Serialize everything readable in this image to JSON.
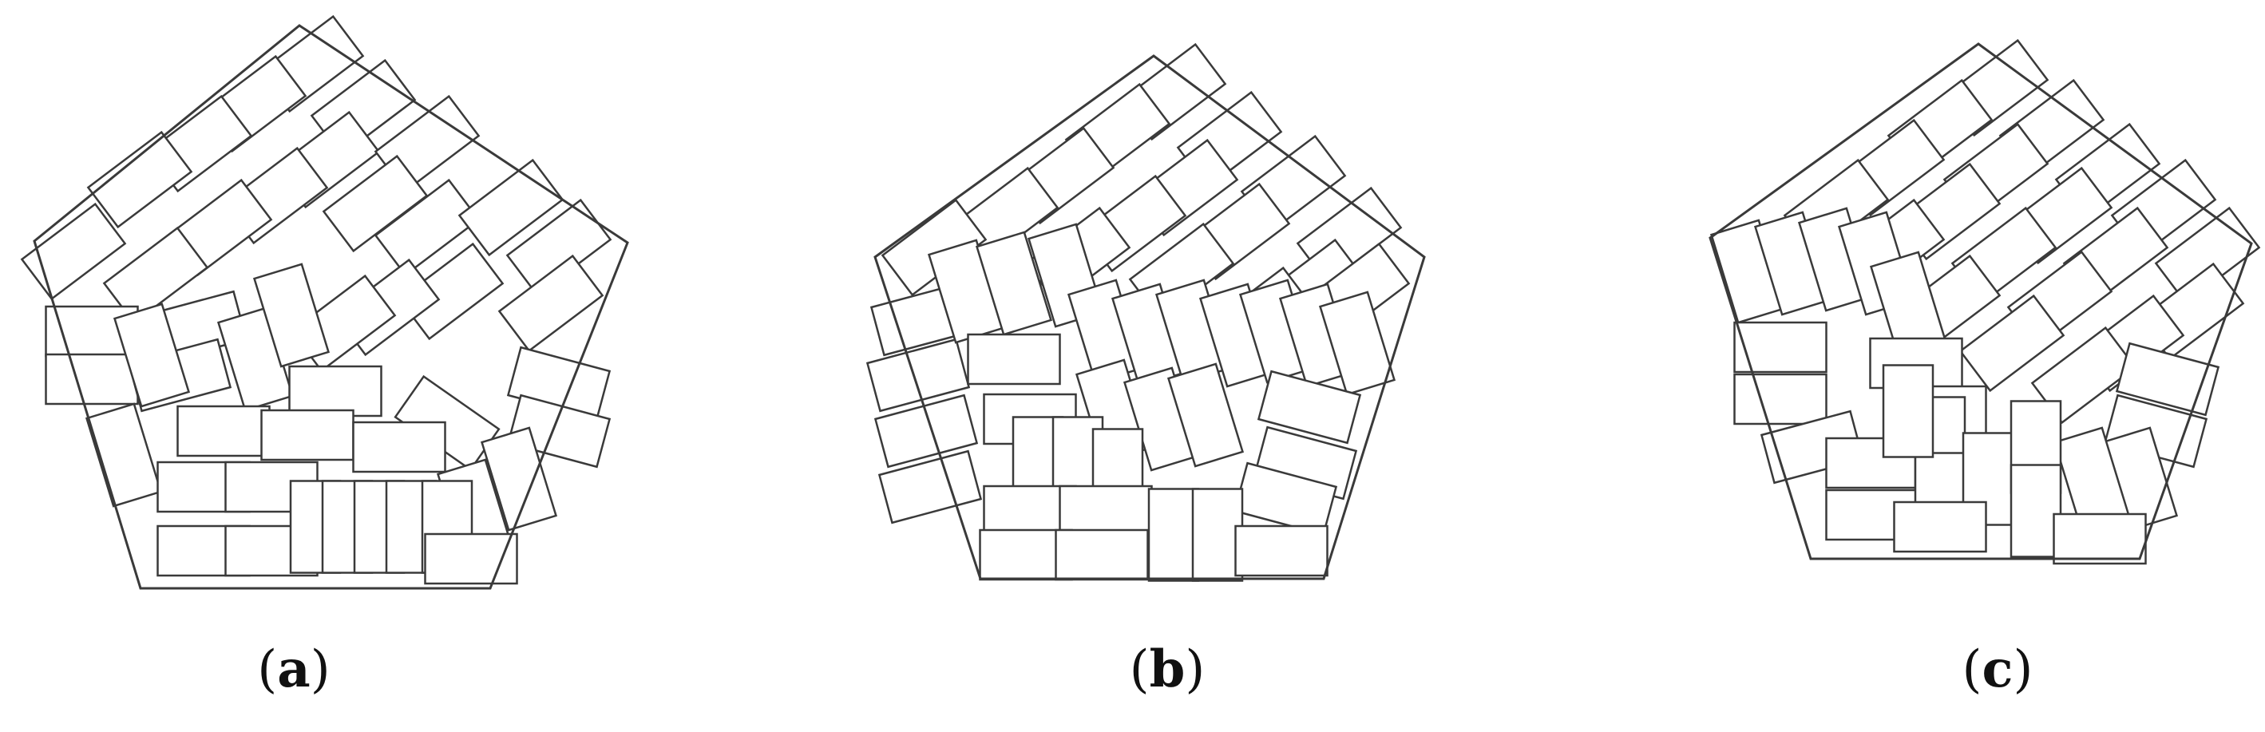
{
  "panels": [
    {
      "id": "a",
      "label_open": "(",
      "label_letter": "a",
      "label_close": ")"
    },
    {
      "id": "b",
      "label_open": "(",
      "label_letter": "b",
      "label_close": ")"
    },
    {
      "id": "c",
      "label_open": "(",
      "label_letter": "c",
      "label_close": ")"
    }
  ],
  "colors": {
    "stroke": "#3a3a3a",
    "fill": "#ffffff",
    "background": "#ffffff"
  }
}
